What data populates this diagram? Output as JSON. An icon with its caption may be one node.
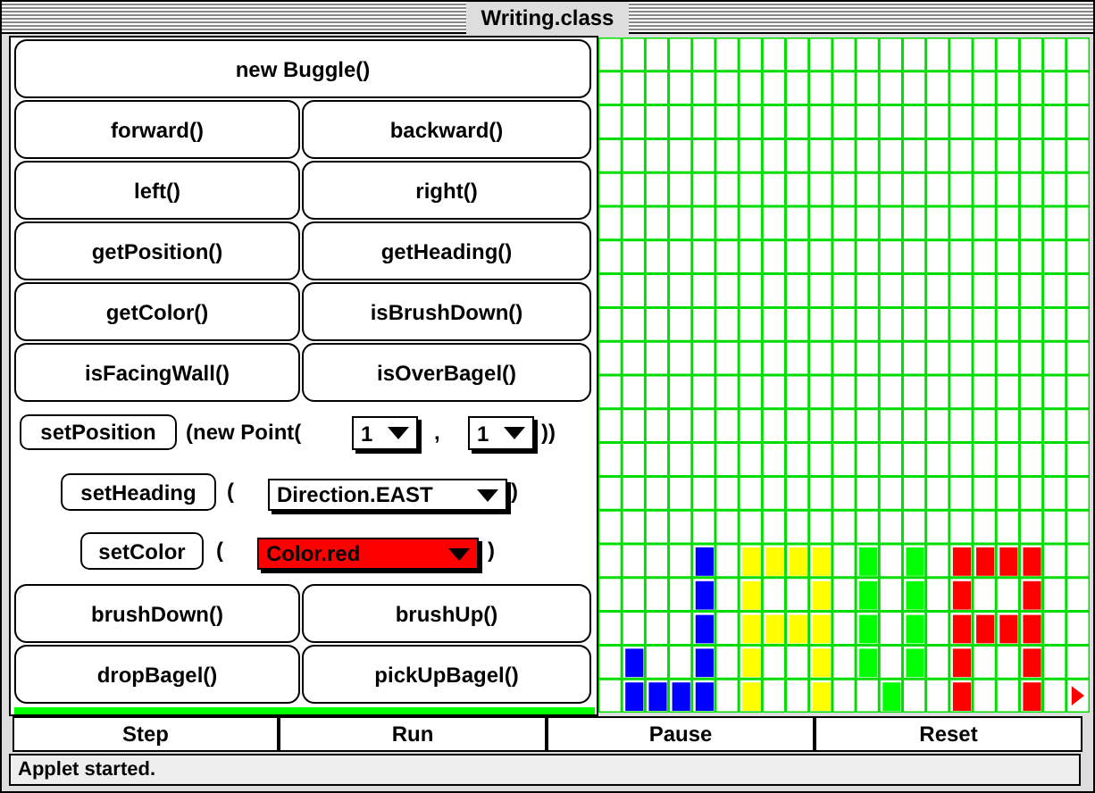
{
  "diagram": {
    "title": "Writing.class",
    "labels": [
      "new Buggle()",
      "forward()",
      "backward()",
      "left()",
      "right()",
      "getPosition()",
      "getHeading()",
      "getColor()",
      "isBrushDown()",
      "isFacingWall()",
      "isOverBagel()",
      "setPosition",
      "(new Point(",
      "1",
      ",",
      "1",
      "))",
      "setHeading",
      "(",
      "Direction.EAST",
      ")",
      "setColor",
      "(",
      "Color.red",
      ")",
      "brushDown()",
      "brushUp()",
      "dropBagel()",
      "pickUpBagel()",
      "Step",
      "Run",
      "Pause",
      "Reset",
      "Applet started."
    ]
  }
}
